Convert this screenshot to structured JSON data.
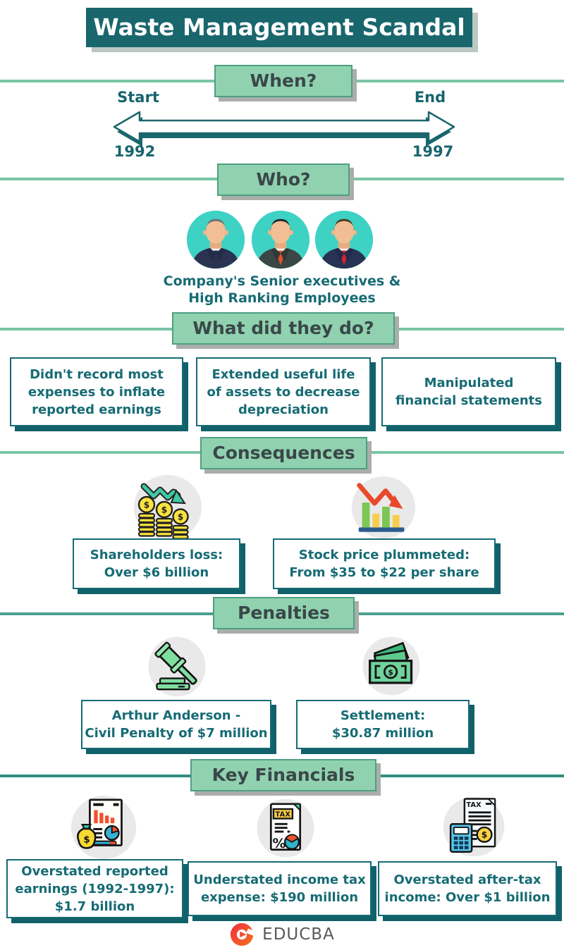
{
  "title": "Waste Management Scandal",
  "colors": {
    "dark_teal": "#19666d",
    "header_green": "#90d2af",
    "divider_green": "#79c5a6",
    "body_text_teal": "#166b74",
    "header_text": "#3a4749",
    "avatar_turquoise": "#3ed2c4",
    "coin_yellow": "#f9e23f",
    "decline_arrow_teal": "#3fc9a7",
    "decline_arrow_red": "#e8492b",
    "penalty_icon_green": "#7fdf9f",
    "brand_red": "#ee2d3e"
  },
  "glyphs": {
    "dollar": "$",
    "percent": "%",
    "tax": "TAX"
  },
  "sections": {
    "when": {
      "label": "When?",
      "timeline": {
        "start_label": "Start",
        "end_label": "End",
        "start_year": "1992",
        "end_year": "1997"
      }
    },
    "who": {
      "label": "Who?",
      "avatars": [
        "executive-avatar-1",
        "executive-avatar-2",
        "executive-avatar-3"
      ],
      "caption_lines": [
        "Company's Senior executives &",
        "High Ranking Employees"
      ]
    },
    "what": {
      "label": "What did they do?",
      "boxes": [
        {
          "lines": [
            "Didn't record most",
            "expenses to inflate",
            "reported earnings"
          ]
        },
        {
          "lines": [
            "Extended useful life",
            "of assets to decrease",
            "depreciation"
          ]
        },
        {
          "lines": [
            "Manipulated",
            "financial statements"
          ]
        }
      ]
    },
    "consequences": {
      "label": "Consequences",
      "items": [
        {
          "icon": "coins-decline-icon",
          "lines": [
            "Shareholders loss:",
            "Over $6 billion"
          ]
        },
        {
          "icon": "stock-decline-icon",
          "lines": [
            "Stock price plummeted:",
            "From $35 to $22 per share"
          ]
        }
      ]
    },
    "penalties": {
      "label": "Penalties",
      "items": [
        {
          "icon": "gavel-icon",
          "lines": [
            "Arthur Anderson -",
            "Civil Penalty of $7 million"
          ]
        },
        {
          "icon": "banknotes-icon",
          "lines": [
            "Settlement:",
            "$30.87 million"
          ]
        }
      ]
    },
    "key_financials": {
      "label": "Key Financials",
      "items": [
        {
          "icon": "earnings-report-icon",
          "lines": [
            "Overstated reported",
            "earnings (1992-1997):",
            "$1.7 billion"
          ]
        },
        {
          "icon": "tax-document-icon",
          "lines": [
            "Understated income tax",
            "expense: $190 million"
          ]
        },
        {
          "icon": "calculator-tax-icon",
          "lines": [
            "Overstated after-tax",
            "income: Over $1 billion"
          ]
        }
      ]
    }
  },
  "brand": {
    "name": "EDUCBA"
  }
}
